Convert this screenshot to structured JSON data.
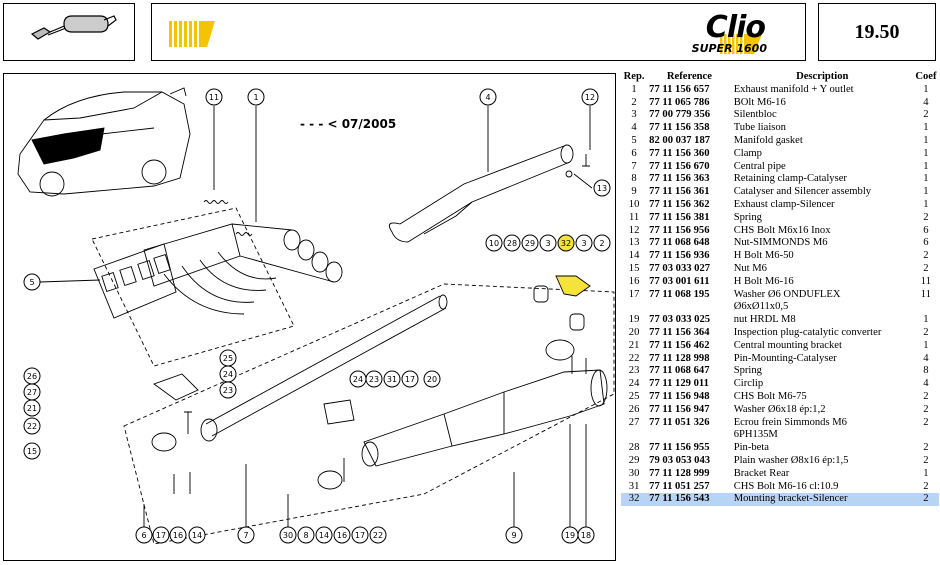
{
  "header": {
    "thumbnail_icon": "exhaust-silencer-icon",
    "brand": "Clio",
    "model": "SUPER 1600",
    "page_number": "19.50",
    "accent_color": "#f5c400"
  },
  "diagram": {
    "date_note": "- - - < 07/2005",
    "callouts": [
      "1",
      "2",
      "3",
      "4",
      "5",
      "6",
      "7",
      "8",
      "9",
      "10",
      "11",
      "12",
      "13",
      "14",
      "15",
      "16",
      "17",
      "18",
      "19",
      "20",
      "21",
      "22",
      "23",
      "24",
      "25",
      "26",
      "27",
      "28",
      "29",
      "30",
      "31",
      "32"
    ],
    "highlight_color": "#f5e23a"
  },
  "parts_table": {
    "columns": {
      "rep": "Rep.",
      "reference": "Reference",
      "description": "Description",
      "coef": "Coef"
    },
    "rows": [
      {
        "rep": "1",
        "reference": "77 11 156 657",
        "description": "Exhaust manifold + Y outlet",
        "coef": "1"
      },
      {
        "rep": "2",
        "reference": "77 11 065 786",
        "description": "BOlt M6-16",
        "coef": "4"
      },
      {
        "rep": "3",
        "reference": "77 00 779 356",
        "description": "Silentbloc",
        "coef": "2"
      },
      {
        "rep": "4",
        "reference": "77 11 156 358",
        "description": "Tube liaison",
        "coef": "1"
      },
      {
        "rep": "5",
        "reference": "82 00 037 187",
        "description": "Manifold gasket",
        "coef": "1"
      },
      {
        "rep": "6",
        "reference": "77 11 156 360",
        "description": "Clamp",
        "coef": "1"
      },
      {
        "rep": "7",
        "reference": "77 11 156 670",
        "description": "Central pipe",
        "coef": "1"
      },
      {
        "rep": "8",
        "reference": "77 11 156 363",
        "description": "Retaining clamp-Catalyser",
        "coef": "1"
      },
      {
        "rep": "9",
        "reference": "77 11 156 361",
        "description": "Catalyser and Silencer assembly",
        "coef": "1"
      },
      {
        "rep": "10",
        "reference": "77 11 156 362",
        "description": "Exhaust clamp-Silencer",
        "coef": "1"
      },
      {
        "rep": "11",
        "reference": "77 11 156 381",
        "description": "Spring",
        "coef": "2"
      },
      {
        "rep": "12",
        "reference": "77 11 156 956",
        "description": "CHS Bolt M6x16 Inox",
        "coef": "6"
      },
      {
        "rep": "13",
        "reference": "77 11 068 648",
        "description": "Nut-SIMMONDS M6",
        "coef": "6"
      },
      {
        "rep": "14",
        "reference": "77 11 156 936",
        "description": "H Bolt M6-50",
        "coef": "2"
      },
      {
        "rep": "15",
        "reference": "77 03 033 027",
        "description": "Nut M6",
        "coef": "2"
      },
      {
        "rep": "16",
        "reference": "77 03 001 611",
        "description": "H Bolt M6-16",
        "coef": "11"
      },
      {
        "rep": "17",
        "reference": "77 11 068 195",
        "description": "Washer Ø6 ONDUFLEX",
        "coef": "11"
      },
      {
        "rep": "",
        "reference": "",
        "description": "Ø6xØ11x0,5",
        "coef": ""
      },
      {
        "rep": "19",
        "reference": "77 03 033 025",
        "description": "nut HRDL M8",
        "coef": "1"
      },
      {
        "rep": "20",
        "reference": "77 11 156 364",
        "description": "Inspection plug-catalytic converter",
        "coef": "2"
      },
      {
        "rep": "21",
        "reference": "77 11 156 462",
        "description": "Central mounting bracket",
        "coef": "1"
      },
      {
        "rep": "22",
        "reference": "77 11 128 998",
        "description": "Pin-Mounting-Catalyser",
        "coef": "4"
      },
      {
        "rep": "23",
        "reference": "77 11 068 647",
        "description": "Spring",
        "coef": "8"
      },
      {
        "rep": "24",
        "reference": "77 11 129 011",
        "description": "Circlip",
        "coef": "4"
      },
      {
        "rep": "25",
        "reference": "77 11 156 948",
        "description": "CHS Bolt M6-75",
        "coef": "2"
      },
      {
        "rep": "26",
        "reference": "77 11 156 947",
        "description": "Washer Ø6x18 ép:1,2",
        "coef": "2"
      },
      {
        "rep": "27",
        "reference": "77 11 051 326",
        "description": "Ecrou frein Simmonds M6",
        "coef": "2"
      },
      {
        "rep": "",
        "reference": "",
        "description": "6PH135M",
        "coef": ""
      },
      {
        "rep": "28",
        "reference": "77 11 156 955",
        "description": "Pin-beta",
        "coef": "2"
      },
      {
        "rep": "29",
        "reference": "79 03 053 043",
        "description": "Plain washer Ø8x16 ép:1,5",
        "coef": "2"
      },
      {
        "rep": "30",
        "reference": "77 11 128 999",
        "description": "Bracket Rear",
        "coef": "1"
      },
      {
        "rep": "31",
        "reference": "77 11 051 257",
        "description": "CHS Bolt M6-16 cl:10.9",
        "coef": "2"
      },
      {
        "rep": "32",
        "reference": "77 11 156 543",
        "description": "Mounting bracket-Silencer",
        "coef": "2",
        "selected": true
      }
    ]
  }
}
